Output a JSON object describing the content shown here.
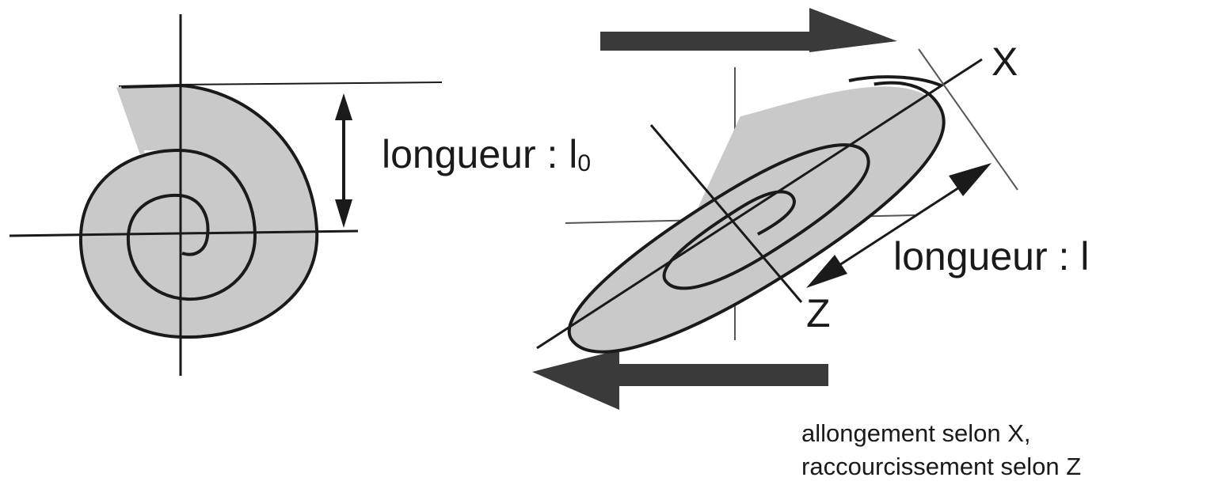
{
  "left_figure": {
    "length_label_main": "longueur : l",
    "length_label_sub": "0"
  },
  "right_figure": {
    "length_label": "longueur : l",
    "axis_x_label": "X",
    "axis_z_label": "Z",
    "caption_line1": "allongement selon X,",
    "caption_line2": "raccourcissement selon Z"
  },
  "colors": {
    "fill": "#c9c9c9",
    "stroke": "#1a1a1a",
    "shear_arrow": "#3a3a3a"
  }
}
